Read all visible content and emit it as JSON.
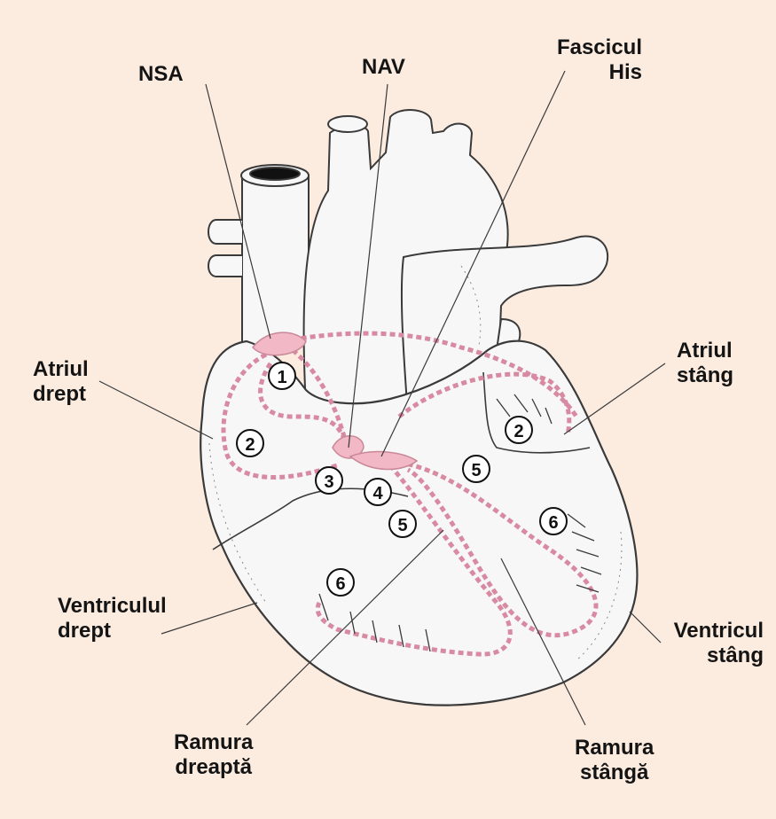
{
  "labels": {
    "nsa": "NSA",
    "nav": "NAV",
    "fascicul_his": [
      "Fascicul",
      "His"
    ],
    "atriul_drept": [
      "Atriul",
      "drept"
    ],
    "atriul_stang": [
      "Atriul",
      "stâng"
    ],
    "ventriculul_drept": [
      "Ventriculul",
      "drept"
    ],
    "ventricul_stang": [
      "Ventricul",
      "stâng"
    ],
    "ramura_dreapta": [
      "Ramura",
      "dreaptă"
    ],
    "ramura_stanga": [
      "Ramura",
      "stângă"
    ]
  },
  "markers": [
    "1",
    "2",
    "2",
    "3",
    "4",
    "5",
    "5",
    "6",
    "6"
  ],
  "colors": {
    "background": "#fcece0",
    "heart_fill": "#f7f7f7",
    "outline": "#3a3a3a",
    "conduction_path": "#d98aa3",
    "node_fill": "#f2b8c6",
    "label_text": "#141414"
  }
}
